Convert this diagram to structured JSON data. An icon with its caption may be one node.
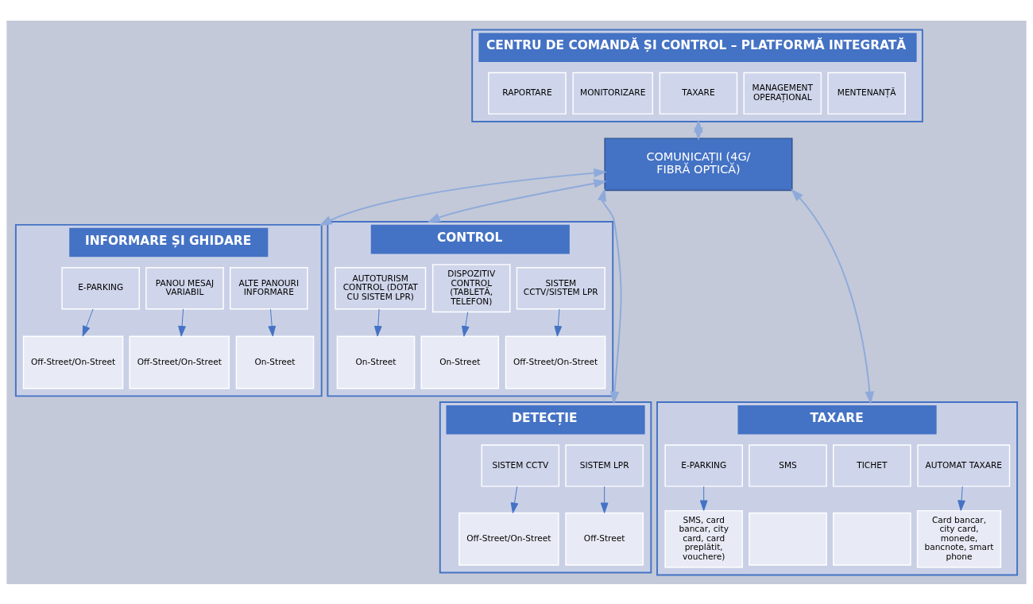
{
  "diagram": {
    "nodes": [
      {
        "text": [
          "CENTRU DE COMANDĂ ȘI CONTROL – PLATFORMĂ INTEGRATĂ"
        ]
      },
      {
        "text": [
          "RAPORTARE"
        ],
        "in": 0
      },
      {
        "text": [
          "MONITORIZARE"
        ],
        "in": 0
      },
      {
        "text": [
          "TAXARE"
        ],
        "in": 0
      },
      {
        "text": [
          "MANAGEMENT OPERAȚIONAL"
        ],
        "in": 0
      },
      {
        "text": [
          "MENTENANȚĂ"
        ],
        "in": 0
      },
      {
        "text": [
          "COMUNICAȚII (4G/ FIBRĂ OPTICĂ)"
        ]
      },
      {
        "text": [
          "INFORMARE ȘI GHIDARE"
        ]
      },
      {
        "text": [
          "E-PARKING"
        ],
        "in": 7
      },
      {
        "text": [
          "Off-Street/On-Street"
        ],
        "in": 7
      },
      {
        "text": [
          "PANOU MESAJ VARIABIL"
        ],
        "in": 7
      },
      {
        "text": [
          "Off-Street/On-Street"
        ],
        "in": 7
      },
      {
        "text": [
          "ALTE PANOURI INFORMARE"
        ],
        "in": 7
      },
      {
        "text": [
          "On-Street"
        ],
        "in": 7
      },
      {
        "text": [
          "CONTROL"
        ]
      },
      {
        "text": [
          "AUTOTURISM CONTROL (DOTAT CU SISTEM LPR)"
        ],
        "in": 14
      },
      {
        "text": [
          "On-Street"
        ],
        "in": 14
      },
      {
        "text": [
          "DISPOZITIV CONTROL (TABLETĂ, TELEFON)"
        ],
        "in": 14
      },
      {
        "text": [
          "On-Street"
        ],
        "in": 14
      },
      {
        "text": [
          "SISTEM CCTV/SISTEM LPR"
        ],
        "in": 14
      },
      {
        "text": [
          "Off-Street/On-Street"
        ],
        "in": 14
      },
      {
        "text": [
          "DETECȚIE"
        ]
      },
      {
        "text": [
          "SISTEM CCTV"
        ],
        "in": 21
      },
      {
        "text": [
          "Off-Street/On-Street"
        ],
        "in": 21
      },
      {
        "text": [
          "SISTEM LPR"
        ],
        "in": 21
      },
      {
        "text": [
          "Off-Street"
        ],
        "in": 21
      },
      {
        "text": [
          "TAXARE"
        ]
      },
      {
        "text": [
          "E-PARKING"
        ],
        "in": 26
      },
      {
        "text": [
          "SMS, card bancar, city card, card preplătit, vouchere)"
        ],
        "in": 26
      },
      {
        "text": [
          "SMS"
        ],
        "in": 26
      },
      {
        "text": [],
        "shape": "box",
        "in": 26
      },
      {
        "text": [
          "TICHET"
        ],
        "in": 26
      },
      {
        "text": [],
        "shape": "box",
        "in": 26
      },
      {
        "text": [
          "AUTOMAT TAXARE"
        ],
        "in": 26
      },
      {
        "text": [
          "Card bancar, city card, monede, bancnote, smart phone"
        ],
        "in": 26
      }
    ],
    "edges": [
      {
        "from": 0,
        "to": 6,
        "arrow": "both",
        "color": "#8eaadb"
      },
      {
        "from": 6,
        "to": 7,
        "arrow": "both",
        "color": "#8eaadb"
      },
      {
        "from": 6,
        "to": 14,
        "arrow": "both",
        "color": "#8eaadb"
      },
      {
        "from": 6,
        "to": 21,
        "arrow": "both",
        "color": "#8eaadb"
      },
      {
        "from": 6,
        "to": 26,
        "arrow": "both",
        "color": "#8eaadb"
      },
      {
        "from": 8,
        "to": 9,
        "arrow": "to"
      },
      {
        "from": 10,
        "to": 11,
        "arrow": "to"
      },
      {
        "from": 12,
        "to": 13,
        "arrow": "to"
      },
      {
        "from": 15,
        "to": 16,
        "arrow": "to"
      },
      {
        "from": 17,
        "to": 18,
        "arrow": "to"
      },
      {
        "from": 19,
        "to": 20,
        "arrow": "to"
      },
      {
        "from": 22,
        "to": 23,
        "arrow": "to"
      },
      {
        "from": 24,
        "to": 25,
        "arrow": "to"
      },
      {
        "from": 27,
        "to": 28,
        "arrow": "to"
      },
      {
        "from": 33,
        "to": 34,
        "arrow": "to"
      }
    ]
  }
}
